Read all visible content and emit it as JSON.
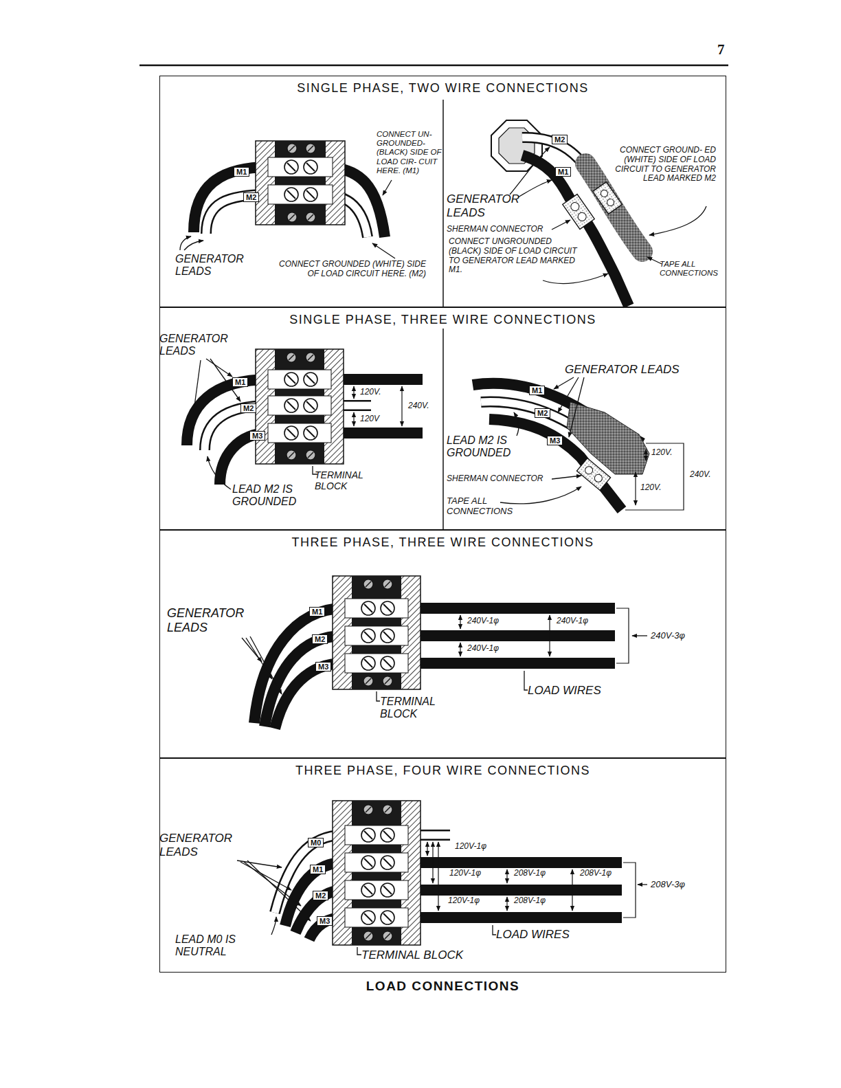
{
  "diagram": {
    "caption": "LOAD CONNECTIONS",
    "nodes": [
      {
        "text": [
          "SINGLE PHASE, TWO WIRE CONNECTIONS"
        ]
      },
      {
        "text": [
          "SINGLE PHASE, THREE WIRE CONNECTIONS"
        ]
      },
      {
        "text": [
          "THREE PHASE, THREE WIRE CONNECTIONS"
        ]
      },
      {
        "text": [
          "THREE PHASE, FOUR WIRE CONNECTIONS"
        ]
      }
    ],
    "labels": [
      "7",
      "CONNECT UN- GROUNDED- (BLACK) SIDE OF LOAD CIR- CUIT HERE. (M1)",
      "M1",
      "M2",
      "GENERATOR LEADS",
      "CONNECT GROUNDED (WHITE) SIDE OF LOAD CIRCUIT HERE. (M2)",
      "M2",
      "M1",
      "CONNECT GROUND- ED (WHITE) SIDE OF LOAD CIRCUIT TO GENERATOR LEAD MARKED M2",
      "GENERATOR LEADS",
      "SHERMAN CONNECTOR",
      "CONNECT UNGROUNDED (BLACK) SIDE OF LOAD CIRCUIT TO GENERATOR LEAD MARKED M1.",
      "TAPE ALL CONNECTIONS",
      "GENERATOR LEADS",
      "M1",
      "M2",
      "M3",
      "120V.",
      "120V",
      "240V.",
      "TERMINAL BLOCK",
      "LEAD M2 IS GROUNDED",
      "GENERATOR LEADS",
      "M1",
      "M2",
      "M3",
      "LEAD M2 IS GROUNDED",
      "SHERMAN CONNECTOR",
      "TAPE ALL CONNECTIONS",
      "120V.",
      "240V.",
      "120V.",
      "GENERATOR LEADS",
      "M1",
      "M2",
      "M3",
      "240V-1φ",
      "240V-1φ",
      "240V-1φ",
      "240V-3φ",
      "TERMINAL BLOCK",
      "LOAD WIRES",
      "GENERATOR LEADS",
      "M0",
      "M1",
      "M2",
      "M3",
      "120V-1φ",
      "120V-1φ",
      "208V-1φ",
      "208V-1φ",
      "120V-1φ",
      "208V-1φ",
      "208V-3φ",
      "LEAD M0 IS NEUTRAL",
      "TERMINAL BLOCK",
      "LOAD WIRES"
    ]
  }
}
